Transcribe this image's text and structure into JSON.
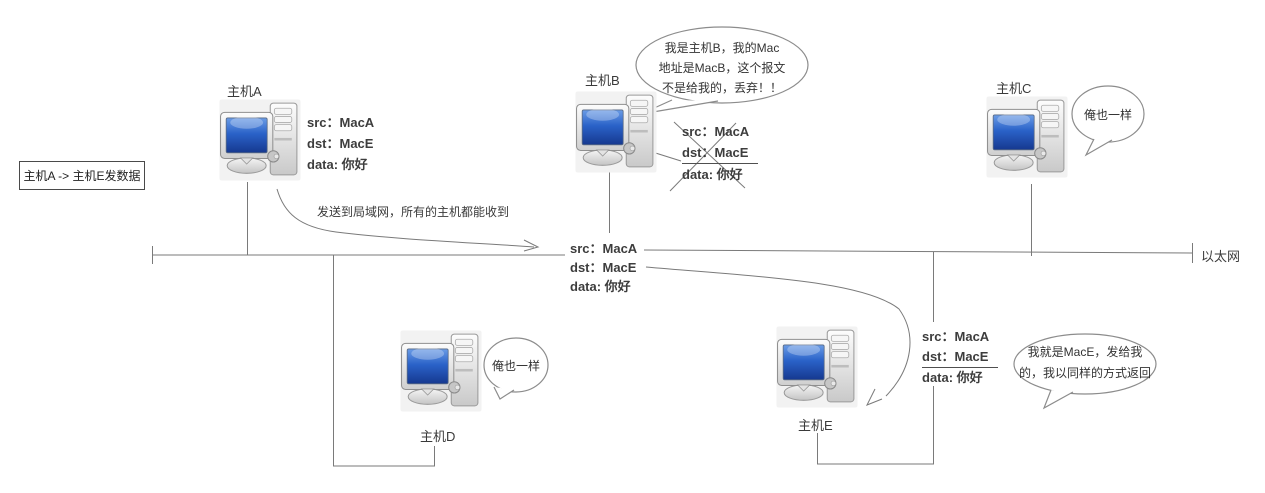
{
  "colors": {
    "screen_blue": "#2a62c8",
    "line_gray": "#7a7a7a",
    "bubble_outline": "#8c8c8c",
    "text": "#333333"
  },
  "icons": {
    "host": "computer-icon",
    "speech": "speech-bubble",
    "reject": "discard-cross-icon"
  },
  "diagram": {
    "title_box": "主机A -> 主机E发数据",
    "broadcast_note": "发送到局域网，所有的主机都能收到",
    "ethernet_label": "以太网",
    "hosts": {
      "a": {
        "label": "主机A"
      },
      "b": {
        "label": "主机B",
        "speech": [
          "我是主机B，我的Mac",
          "地址是MacB，这个报文",
          "不是给我的，丢弃！！"
        ]
      },
      "c": {
        "label": "主机C",
        "speech": [
          "俺也一样"
        ]
      },
      "d": {
        "label": "主机D",
        "speech": [
          "俺也一样"
        ]
      },
      "e": {
        "label": "主机E",
        "speech": [
          "我就是MacE，发给我",
          "的，我以同样的方式返回"
        ]
      }
    },
    "packets": {
      "at_a": {
        "src": "src：MacA",
        "dst": "dst：MacE",
        "data": "data: 你好"
      },
      "at_b": {
        "src": "src：MacA",
        "dst": "dst：MacE",
        "data": "data: 你好"
      },
      "on_bus": {
        "src": "src：MacA",
        "dst": "dst：MacE",
        "data": "data: 你好"
      },
      "at_e": {
        "src": "src：MacA",
        "dst": "dst：MacE",
        "data": "data: 你好"
      }
    }
  }
}
